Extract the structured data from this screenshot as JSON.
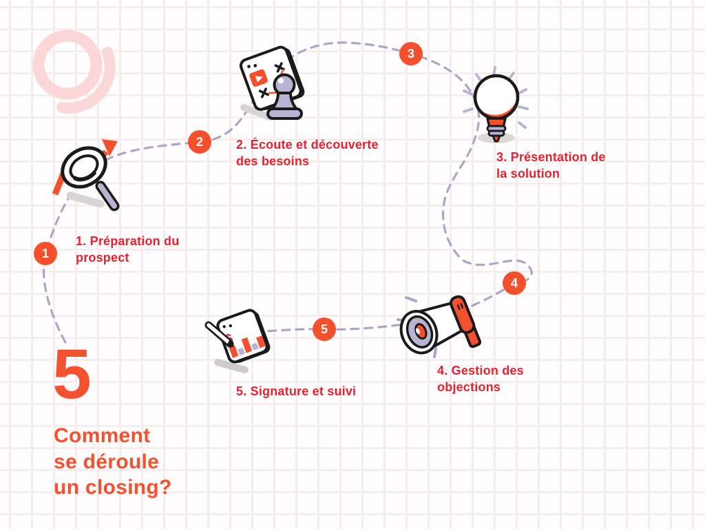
{
  "page": {
    "big_number": "5",
    "title_lines": [
      "Comment",
      "se déroule",
      "un closing?"
    ]
  },
  "steps": [
    {
      "badge": "1",
      "lines": [
        "1. Préparation du",
        "prospect"
      ]
    },
    {
      "badge": "2",
      "lines": [
        "2. Écoute et découverte",
        "des besoins"
      ]
    },
    {
      "badge": "3",
      "lines": [
        "3. Présentation de",
        "la solution"
      ]
    },
    {
      "badge": "4",
      "lines": [
        "4. Gestion des",
        "objections"
      ]
    },
    {
      "badge": "5",
      "lines": [
        "5. Signature et suivi"
      ]
    }
  ],
  "icons": {
    "step1": "magnifier-trend-icon",
    "step2": "browser-pawn-icon",
    "step3": "lightbulb-icon",
    "step4": "megaphone-icon",
    "step5": "signature-chart-icon",
    "signature_glyph": "$",
    "logo": "brand-ring-logo"
  },
  "colors": {
    "accent_orange": "#f4502e",
    "label_red": "#e8212f",
    "lavender_line": "#aba6c8",
    "lavender_fill": "#b9b4d3",
    "pale_pink": "#fbd7d8",
    "grid_line": "#faeceb",
    "shadow_gray": "#d8d4d6"
  }
}
